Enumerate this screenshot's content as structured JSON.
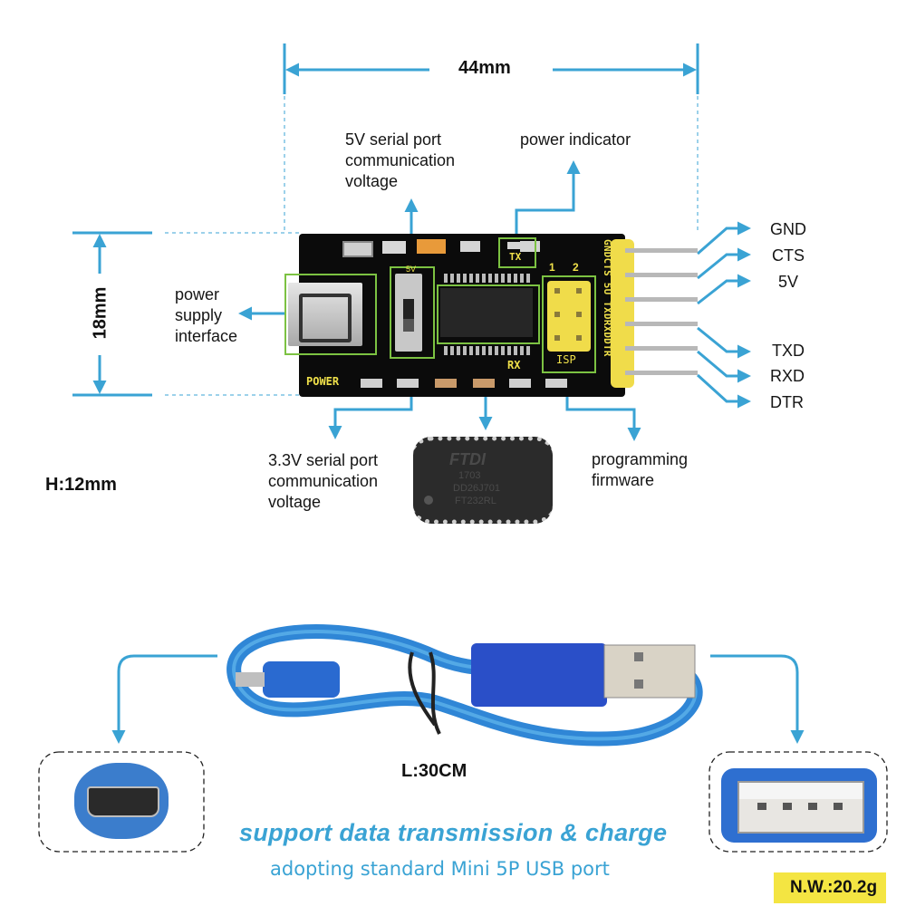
{
  "dimensions": {
    "length": "44mm",
    "width": "18mm",
    "height": "H:12mm"
  },
  "callouts": {
    "switch_5v": [
      "5V serial port",
      "communication",
      "voltage"
    ],
    "power_indicator": "power indicator",
    "power_supply": [
      "power",
      "supply",
      "interface"
    ],
    "switch_3v3": [
      "3.3V serial port",
      "communication",
      "voltage"
    ],
    "programming": [
      "programming",
      "firmware"
    ]
  },
  "board": {
    "silkscreen_power": "POWER",
    "silkscreen_tx": "TX",
    "silkscreen_rx": "RX",
    "silkscreen_isp": "ISP",
    "isp_col_1": "1",
    "isp_col_2": "2",
    "switch_mark": "5V",
    "header_silk": "GNDCTS 5U TXDRXDDTR",
    "chip_marking": [
      "FTDI",
      "1703",
      "DD26J701",
      "FT232RL"
    ]
  },
  "pins": [
    "GND",
    "CTS",
    "5V",
    "TXD",
    "RXD",
    "DTR"
  ],
  "cable": {
    "length": "L:30CM",
    "slogan": "support data transmission & charge",
    "sub_slogan": "adopting standard Mini 5P USB port"
  },
  "weight": "N.W.:20.2g",
  "colors": {
    "accent": "#3aa3d4",
    "highlight_box": "#7cc242",
    "pcb": "#0b0b0b",
    "silkscreen": "#f0e14a",
    "weight_badge": "#f4e542"
  }
}
